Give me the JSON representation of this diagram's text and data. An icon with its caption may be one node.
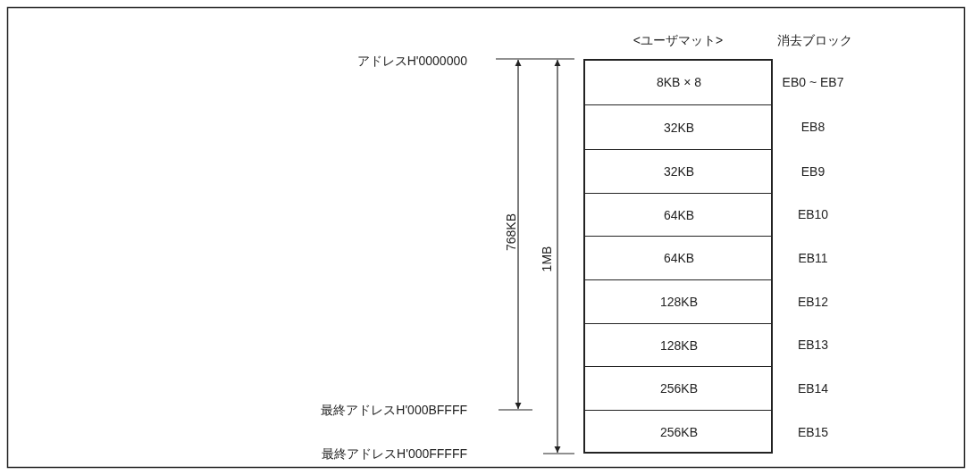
{
  "diagram": {
    "nodes": [
      {
        "text": [
          "<ユーザマット>"
        ]
      },
      {
        "text": [
          "8KB × 8"
        ],
        "in": 0
      },
      {
        "text": [
          "32KB"
        ],
        "in": 0
      },
      {
        "text": [
          "32KB"
        ],
        "in": 0
      },
      {
        "text": [
          "64KB"
        ],
        "in": 0
      },
      {
        "text": [
          "64KB"
        ],
        "in": 0
      },
      {
        "text": [
          "128KB"
        ],
        "in": 0
      },
      {
        "text": [
          "128KB"
        ],
        "in": 0
      },
      {
        "text": [
          "256KB"
        ],
        "in": 0
      },
      {
        "text": [
          "256KB"
        ],
        "in": 0
      }
    ],
    "labels": [
      "消去ブロック",
      "アドレスH'0000000",
      "EB0 ~ EB7",
      "EB8",
      "EB9",
      "EB10",
      "EB11",
      "EB12",
      "EB13",
      "EB14",
      "EB15",
      "768KB",
      "1MB",
      "最終アドレスH'000BFFFF",
      "最終アドレスH'000FFFFF"
    ]
  }
}
